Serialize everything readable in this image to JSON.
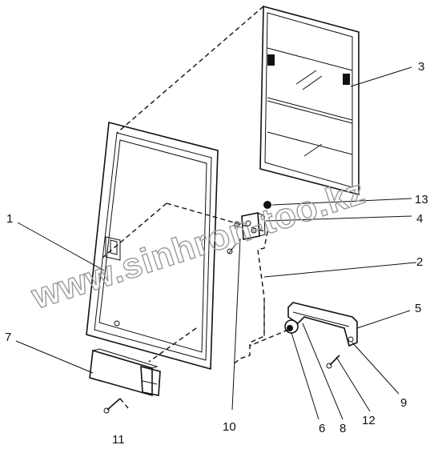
{
  "callouts": {
    "c1": "1",
    "c2": "2",
    "c3": "3",
    "c4": "4",
    "c5": "5",
    "c6": "6",
    "c7": "7",
    "c8": "8",
    "c9": "9",
    "c10": "10",
    "c11": "11",
    "c12": "12",
    "c13": "13"
  },
  "watermark": "www.sinhron-too.kz"
}
